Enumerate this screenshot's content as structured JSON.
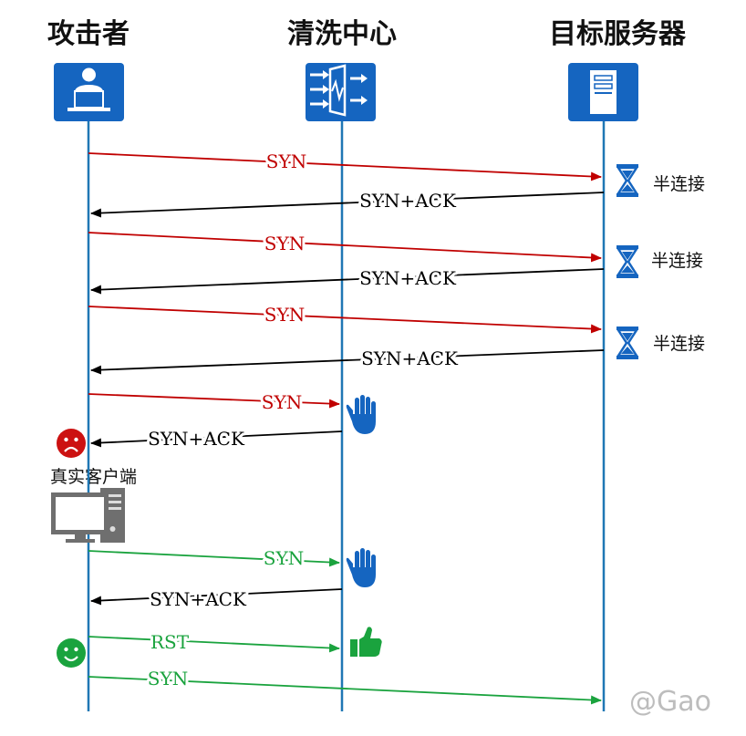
{
  "participants": {
    "attacker": {
      "label": "攻击者",
      "icon": "attacker-at-computer-icon"
    },
    "scrubbing": {
      "label": "清洗中心",
      "icon": "scrubbing-filter-icon"
    },
    "target": {
      "label": "目标服务器",
      "icon": "server-tower-icon"
    }
  },
  "half_connection_label": "半连接",
  "real_client_label": "真实客户端",
  "watermark": "@Gao",
  "colors": {
    "lifeline": "#1f77b4",
    "attack": "#c00000",
    "response": "#000000",
    "legit": "#1aa33e",
    "icon_blue": "#1565c0",
    "sad": "#cc1111",
    "happy": "#1aa33e"
  },
  "messages": [
    {
      "label": "SYN",
      "from": "attacker",
      "to": "target",
      "kind": "attack"
    },
    {
      "label": "SYN+ACK",
      "from": "target",
      "to": "attacker",
      "kind": "response"
    },
    {
      "label": "SYN",
      "from": "attacker",
      "to": "target",
      "kind": "attack"
    },
    {
      "label": "SYN+ACK",
      "from": "target",
      "to": "attacker",
      "kind": "response"
    },
    {
      "label": "SYN",
      "from": "attacker",
      "to": "target",
      "kind": "attack"
    },
    {
      "label": "SYN+ACK",
      "from": "target",
      "to": "attacker",
      "kind": "response"
    },
    {
      "label": "SYN",
      "from": "attacker",
      "to": "scrubbing",
      "kind": "attack"
    },
    {
      "label": "SYN+ACK",
      "from": "scrubbing",
      "to": "attacker",
      "kind": "response"
    },
    {
      "label": "SYN",
      "from": "client",
      "to": "scrubbing",
      "kind": "legit"
    },
    {
      "label": "SYN+ACK",
      "from": "scrubbing",
      "to": "client",
      "kind": "response"
    },
    {
      "label": "RST",
      "from": "client",
      "to": "scrubbing",
      "kind": "legit"
    },
    {
      "label": "SYN",
      "from": "client",
      "to": "target",
      "kind": "legit"
    }
  ],
  "icons": {
    "hourglass": "hourglass-icon",
    "stop_hand": "stop-hand-icon",
    "thumbs_up": "thumbs-up-icon",
    "sad_face": "sad-face-icon",
    "smiley_face": "smiley-face-icon",
    "client_computer": "desktop-computer-icon"
  }
}
